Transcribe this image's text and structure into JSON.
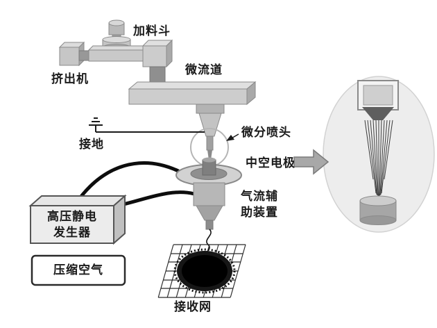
{
  "labels": {
    "hopper": "加料斗",
    "extruder": "挤出机",
    "micro_channel": "微流道",
    "ground": "接地",
    "micro_nozzle": "微分喷头",
    "hollow_electrode": "中空电极",
    "airflow_assist": "气流辅\n助装置",
    "hv_generator": "高压静电\n发生器",
    "compressed_air": "压缩空气",
    "receiving_mesh": "接收网"
  },
  "colors": {
    "background": "#ffffff",
    "metal_light": "#dedede",
    "metal_mid": "#c6c6c6",
    "metal_dark": "#8f8f8f",
    "outline": "#8a8a8a",
    "cable_black": "#0d0d0d",
    "text": "#1a1a1a",
    "inset_fill": "#ededed"
  },
  "icons": {
    "ground_symbol": "earth-ground-icon",
    "flow_arrow": "right-arrow-icon",
    "nozzle_pointer": "leader-arrow-icon"
  }
}
